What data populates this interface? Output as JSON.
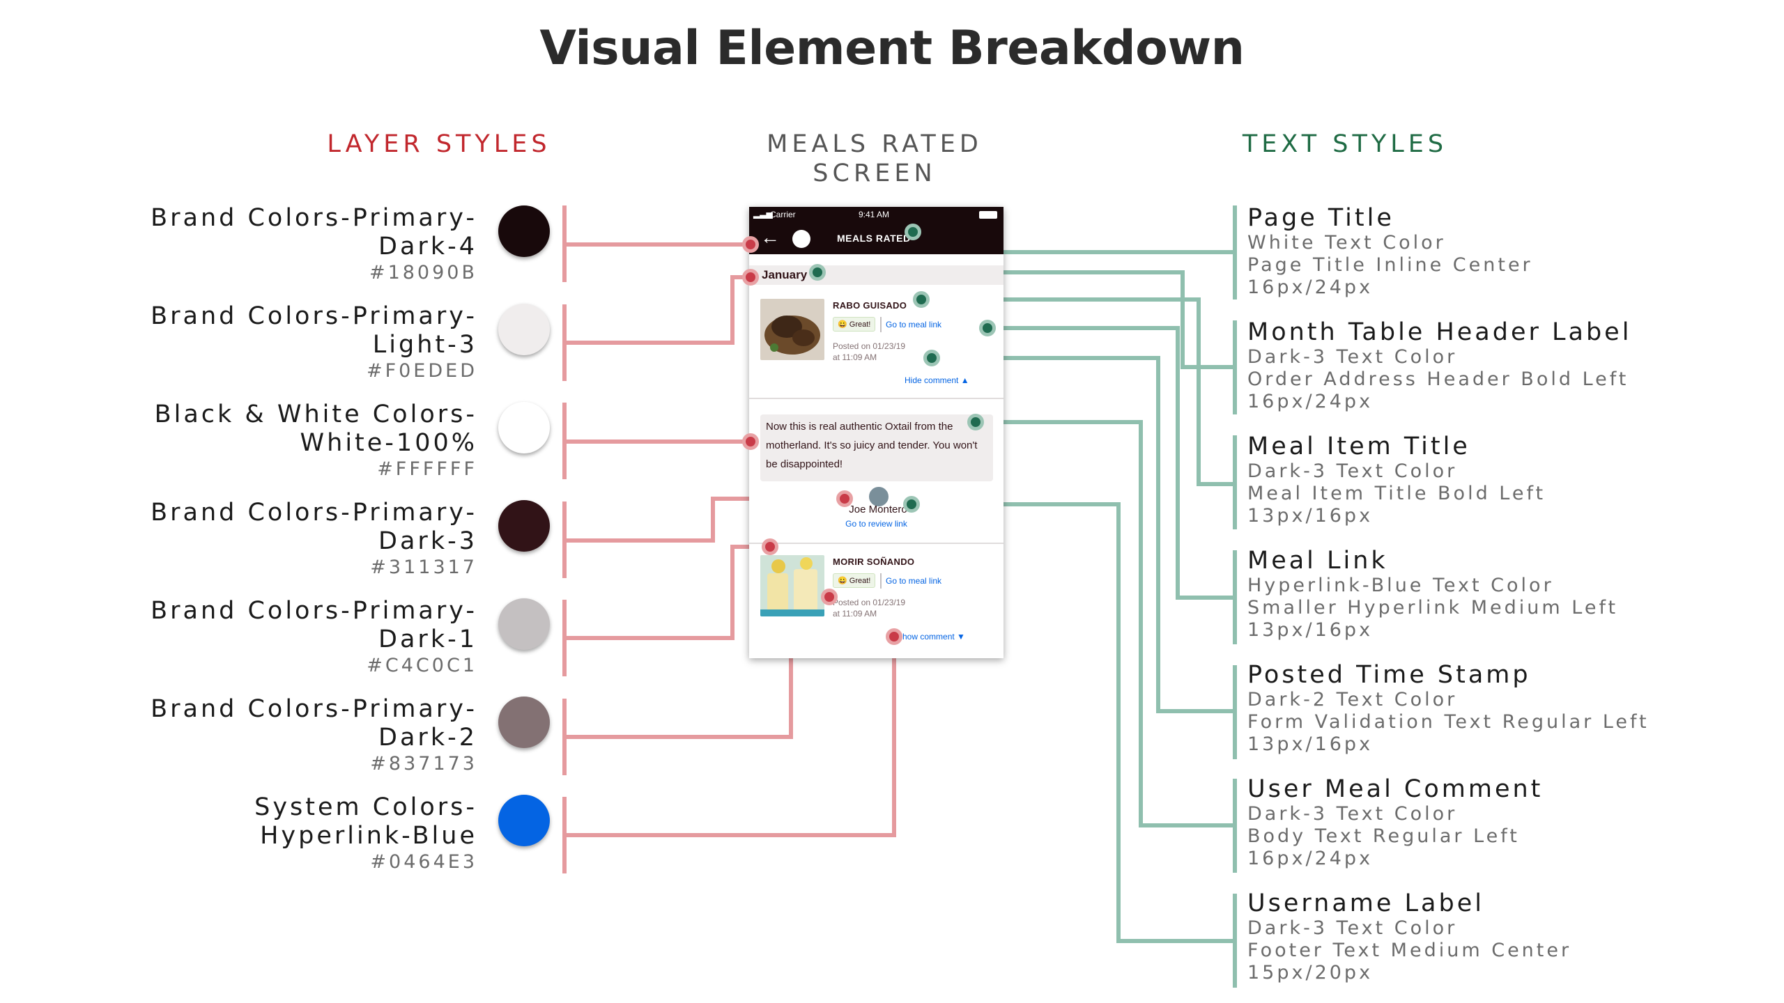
{
  "title": "Visual Element Breakdown",
  "headers": {
    "layer_styles": "LAYER STYLES",
    "meals_screen": "MEALS RATED\nSCREEN",
    "text_styles": "TEXT STYLES"
  },
  "layer_styles": [
    {
      "name": "Brand Colors-Primary-\nDark-4",
      "hex": "#18090B",
      "color": "#18090B"
    },
    {
      "name": "Brand Colors-Primary-\nLight-3",
      "hex": "#F0EDED",
      "color": "#F0EDED"
    },
    {
      "name": "Black & White Colors-\nWhite-100%",
      "hex": "#FFFFFF",
      "color": "#FFFFFF"
    },
    {
      "name": "Brand Colors-Primary-\nDark-3",
      "hex": "#311317",
      "color": "#311317"
    },
    {
      "name": "Brand Colors-Primary-\nDark-1",
      "hex": "#C4C0C1",
      "color": "#C4C0C1"
    },
    {
      "name": "Brand Colors-Primary-\nDark-2",
      "hex": "#837173",
      "color": "#837173"
    },
    {
      "name": "System Colors-\nHyperlink-Blue",
      "hex": "#0464E3",
      "color": "#0464E3"
    }
  ],
  "text_styles": [
    {
      "title": "Page Title",
      "lines": [
        "White Text Color",
        "Page Title Inline Center",
        "16px/24px"
      ]
    },
    {
      "title": "Month Table Header Label",
      "lines": [
        "Dark-3 Text Color",
        "Order Address Header Bold Left",
        "16px/24px"
      ]
    },
    {
      "title": "Meal Item Title",
      "lines": [
        "Dark-3 Text Color",
        "Meal Item Title Bold Left",
        "13px/16px"
      ]
    },
    {
      "title": "Meal Link",
      "lines": [
        "Hyperlink-Blue Text Color",
        "Smaller Hyperlink Medium Left",
        "13px/16px"
      ]
    },
    {
      "title": "Posted Time Stamp",
      "lines": [
        "Dark-2 Text Color",
        "Form Validation Text Regular Left",
        "13px/16px"
      ]
    },
    {
      "title": "User Meal Comment",
      "lines": [
        "Dark-3 Text Color",
        "Body Text Regular Left",
        "16px/24px"
      ]
    },
    {
      "title": "Username Label",
      "lines": [
        "Dark-3 Text Color",
        "Footer Text Medium Center",
        "15px/20px"
      ]
    }
  ],
  "phone": {
    "carrier": "Carrier",
    "time": "9:41 AM",
    "nav_title": "MEALS RATED",
    "month": "January",
    "meal1": {
      "title": "RABO GUISADO",
      "rating": "Great!",
      "link": "Go to meal link",
      "posted_line1": "Posted on 01/23/19",
      "posted_line2": "at 11:09 AM",
      "toggle": "Hide comment"
    },
    "comment": "Now this is real authentic Oxtail from the motherland. It's so juicy and tender. You won't be disappointed!",
    "username": "Joe Montero",
    "review_link": "Go to review link",
    "meal2": {
      "title": "MORIR SOÑANDO",
      "rating": "Great!",
      "link": "Go to meal link",
      "posted_line1": "Posted on 01/23/19",
      "posted_line2": "at 11:09 AM",
      "toggle": "Show comment"
    }
  },
  "colors": {
    "red_connector": "#E59A9E",
    "green_connector": "#8FBFAE"
  }
}
